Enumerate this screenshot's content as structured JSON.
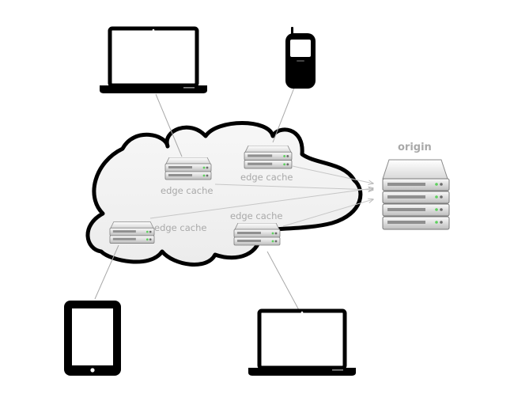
{
  "labels": {
    "edge_cache_top_left": "edge cache",
    "edge_cache_top_right": "edge cache",
    "edge_cache_bottom_left": "edge cache",
    "edge_cache_bottom_right": "edge cache",
    "origin": "origin"
  },
  "icons": {
    "devices": [
      "laptop-icon",
      "mobile-phone-icon",
      "tablet-icon",
      "laptop-icon"
    ],
    "servers": [
      "edge-server-icon",
      "origin-server-icon"
    ]
  },
  "colors": {
    "outline": "#000000",
    "cloud_fill": "#f2f2f2",
    "label": "#a9a9a9",
    "connector": "#a8a8a8",
    "status_led_green": "#5dd05d"
  }
}
